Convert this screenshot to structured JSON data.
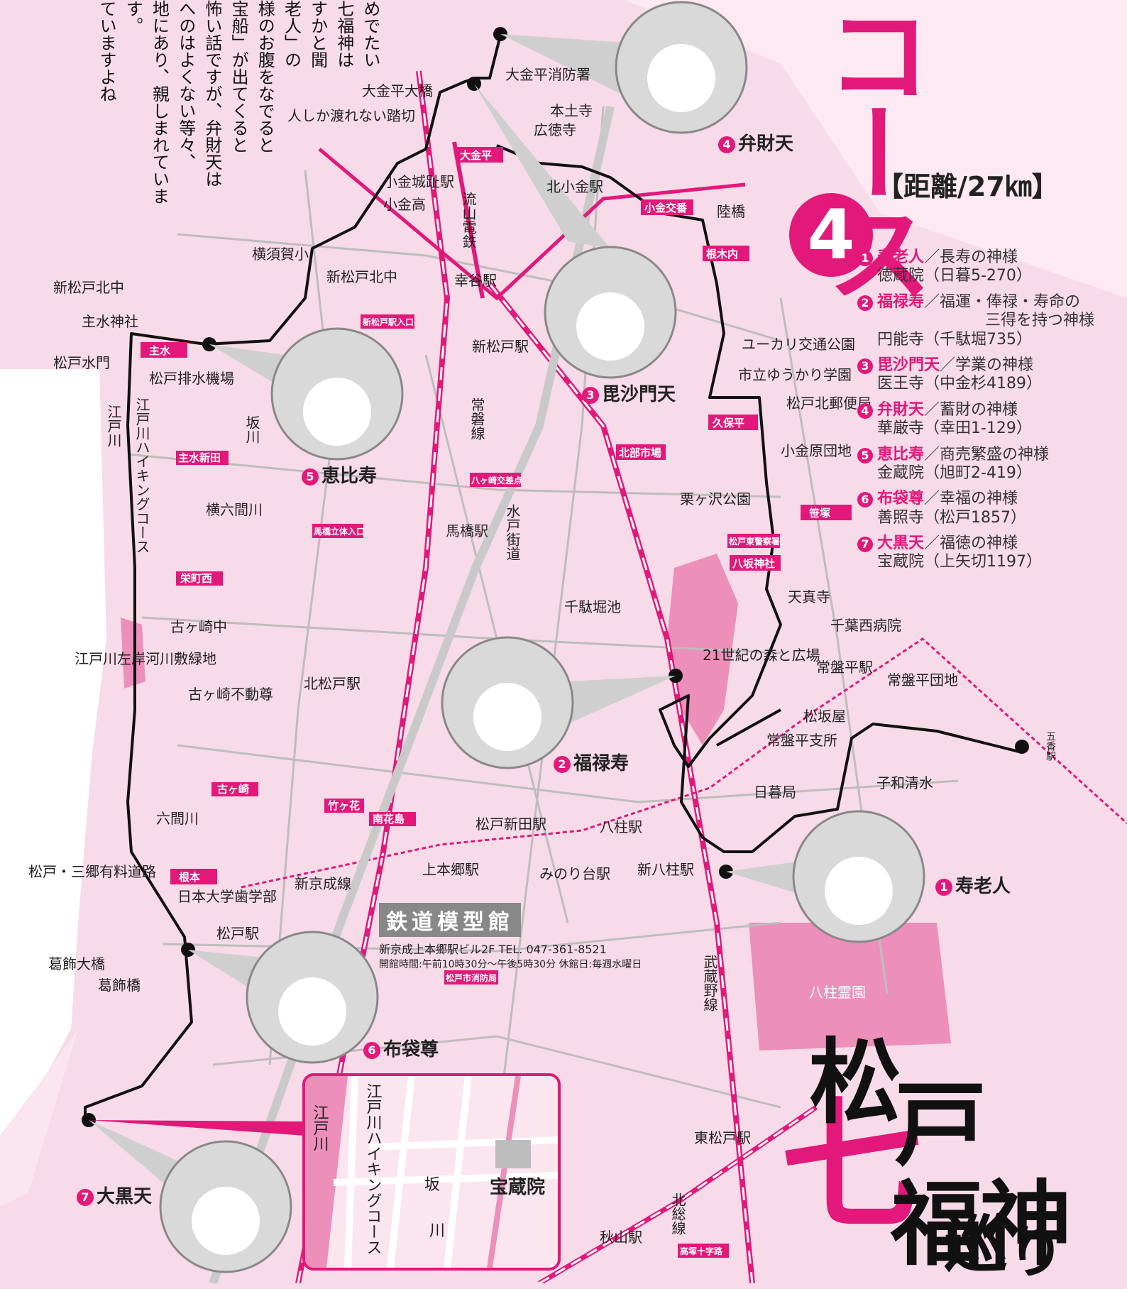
{
  "course": {
    "title": "コース",
    "number": "4",
    "distance": "【距離/27㎞】"
  },
  "intro_lines": [
    "めでたい",
    "七福神は",
    "すかと聞",
    "老人」の",
    "様のお腹をなでると",
    "宝船」が出てくると",
    "怖い話ですが、弁財天は",
    "へのはよくない等々、",
    "地にあり、親しまれています。",
    "ていますよね"
  ],
  "legend": [
    {
      "num": "1",
      "name": "寿老人",
      "desc": "／長寿の神様",
      "temple": "徳蔵院（日暮5-270）"
    },
    {
      "num": "2",
      "name": "福禄寿",
      "desc": "／福運・俸禄・寿命の",
      "desc2": "三得を持つ神様",
      "temple": "円能寺（千駄堀735）"
    },
    {
      "num": "3",
      "name": "毘沙門天",
      "desc": "／学業の神様",
      "temple": "医王寺（中金杉4189）"
    },
    {
      "num": "4",
      "name": "弁財天",
      "desc": "／蓄財の神様",
      "temple": "華厳寺（幸田1-129）"
    },
    {
      "num": "5",
      "name": "恵比寿",
      "desc": "／商売繁盛の神様",
      "temple": "金蔵院（旭町2-419）"
    },
    {
      "num": "6",
      "name": "布袋尊",
      "desc": "／幸福の神様",
      "temple": "善照寺（松戸1857）"
    },
    {
      "num": "7",
      "name": "大黒天",
      "desc": "／福徳の神様",
      "temple": "宝蔵院（上矢切1197）"
    }
  ],
  "spot_labels": {
    "s1": "寿老人",
    "s2": "福禄寿",
    "s3": "毘沙門天",
    "s4": "弁財天",
    "s5": "恵比寿",
    "s6": "布袋尊",
    "s7": "大黒天"
  },
  "place_labels": {
    "okanedaira_ohashi": "大金平大橋",
    "okanedaira_shobo": "大金平消防署",
    "hondoji": "本土寺",
    "kotokuji": "広徳寺",
    "fumikiri": "人しか渡れない踏切",
    "kogane_joshi": "小金城趾駅",
    "kogane_ko": "小金高",
    "ryuzan_dentetsu": "流山電鉄",
    "kitakogane": "北小金駅",
    "rikkyo": "陸橋",
    "yokosuka_sho": "横須賀小",
    "shinmatsudo_kitachu": "新松戸北中",
    "shinmatsudo_kitachu2": "新松戸北中",
    "kouya": "幸谷駅",
    "shinmatsudo": "新松戸駅",
    "shusui_jinja": "主水神社",
    "matsudo_suimon": "松戸水門",
    "matsudo_haisui": "松戸排水機場",
    "saka_kawa": "坂川",
    "edogawa": "江戸川",
    "edogawa_hiking": "江戸川ハイキングコース",
    "joban": "常磐線",
    "yokorokken": "横六間川",
    "mabashi": "馬橋駅",
    "mito_kaido": "水戸街道",
    "yukari_koen": "ユーカリ交通公園",
    "yukari_gakuen": "市立ゆうかり学園",
    "matsudo_kita_yubin": "松戸北郵便局",
    "koganehara_danchi": "小金原団地",
    "kurigasawa": "栗ヶ沢公園",
    "tenshinji": "天真寺",
    "chiba_nishi": "千葉西病院",
    "sendabori_ike": "千駄堀池",
    "mori_hiroba": "21世紀の森と広場",
    "tokiwadaira": "常盤平駅",
    "tokiwadaira_danchi": "常盤平団地",
    "matsuzakaya": "松坂屋",
    "tokiwadaira_shisho": "常盤平支所",
    "gokou": "五香駅",
    "higurashi": "日暮局",
    "kowa_shimizu": "子和清水",
    "kogasaki_chu": "古ヶ崎中",
    "kogasaki_fudo": "古ヶ崎不動尊",
    "edogawa_sagan": "江戸川左岸河川敷緑地",
    "kita_matsudo": "北松戸駅",
    "rokken": "六間川",
    "matsudo_misato": "松戸・三郷有料道路",
    "nichidai": "日本大学歯学部",
    "matsudo_eki": "松戸駅",
    "shinkeisei": "新京成線",
    "kamihongo": "上本郷駅",
    "matsudo_shinden": "松戸新田駅",
    "minoridai": "みのり台駅",
    "yabashira": "八柱駅",
    "shin_yabashira": "新八柱駅",
    "musashino": "武蔵野線",
    "yabashira_reien": "八柱霊園",
    "katsushika_ohashi": "葛飾大橋",
    "katsushika_bashi": "葛飾橋",
    "higashi_matsudo": "東松戸駅",
    "hokuso": "北総線",
    "akiyama": "秋山駅",
    "hozoin": "宝蔵院"
  },
  "pink_boxes": {
    "okanedaira": "大金平",
    "kogane_koban": "小金交番",
    "nekiuchi": "根木内",
    "shinmatsudo_iriguchi": "新松戸駅入口",
    "shusui": "主水",
    "shusui_shinden": "主水新田",
    "kubohira": "久保平",
    "hokubu_ichiba": "北部市場",
    "hachigasaki": "八ヶ崎交差点",
    "sasazuka": "笹塚",
    "mabashi_ritai": "馬橋立体入口",
    "matsudo_higashi_keisatsu": "松戸東警察署",
    "hassaka": "八坂神社",
    "sakaemachi_nishi": "栄町西",
    "kogasaki": "古ヶ崎",
    "takegahana": "竹ヶ花",
    "minamihanajima": "南花島",
    "nemoto": "根本",
    "matsudo_shobo": "松戸市消防局",
    "takatsuka": "高塚十字路"
  },
  "museum": {
    "title": "鉄道模型館",
    "address": "新京成上本郷駅ビル2F  TEL. 047-361-8521",
    "hours": "開館時間:午前10時30分〜午後5時30分  休館日:毎週水曜日"
  },
  "big_title": {
    "seven": "七",
    "c1": "松",
    "c2": "戸",
    "c3": "福",
    "c4": "神",
    "c5": "巡",
    "c6": "り"
  },
  "inset": {
    "edogawa": "江戸川",
    "hiking": "江戸川ハイキングコース",
    "saka": "坂",
    "kawa": "川",
    "hozoin": "宝蔵院"
  },
  "colors": {
    "accent": "#e2187a",
    "map_bg": "#f8dbe8",
    "river": "#ffffff",
    "route": "#111111"
  }
}
